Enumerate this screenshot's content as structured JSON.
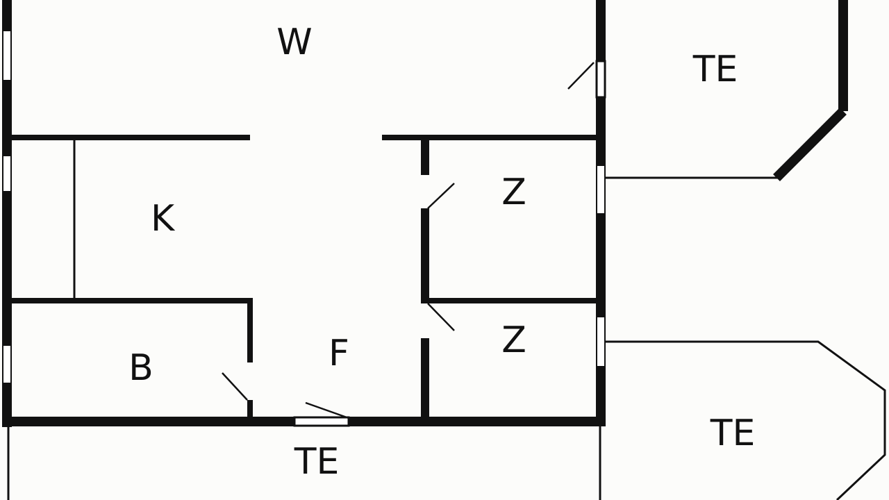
{
  "colors": {
    "background": "#fcfcfa",
    "walls": "#111111",
    "window_fill": "#ffffff"
  },
  "rooms": [
    {
      "id": "w",
      "label": "W"
    },
    {
      "id": "k",
      "label": "K"
    },
    {
      "id": "b",
      "label": "B"
    },
    {
      "id": "f",
      "label": "F"
    },
    {
      "id": "z1",
      "label": "Z"
    },
    {
      "id": "z2",
      "label": "Z"
    },
    {
      "id": "te-top-right",
      "label": "TE"
    },
    {
      "id": "te-bottom-right",
      "label": "TE"
    },
    {
      "id": "te-bottom",
      "label": "TE"
    }
  ]
}
